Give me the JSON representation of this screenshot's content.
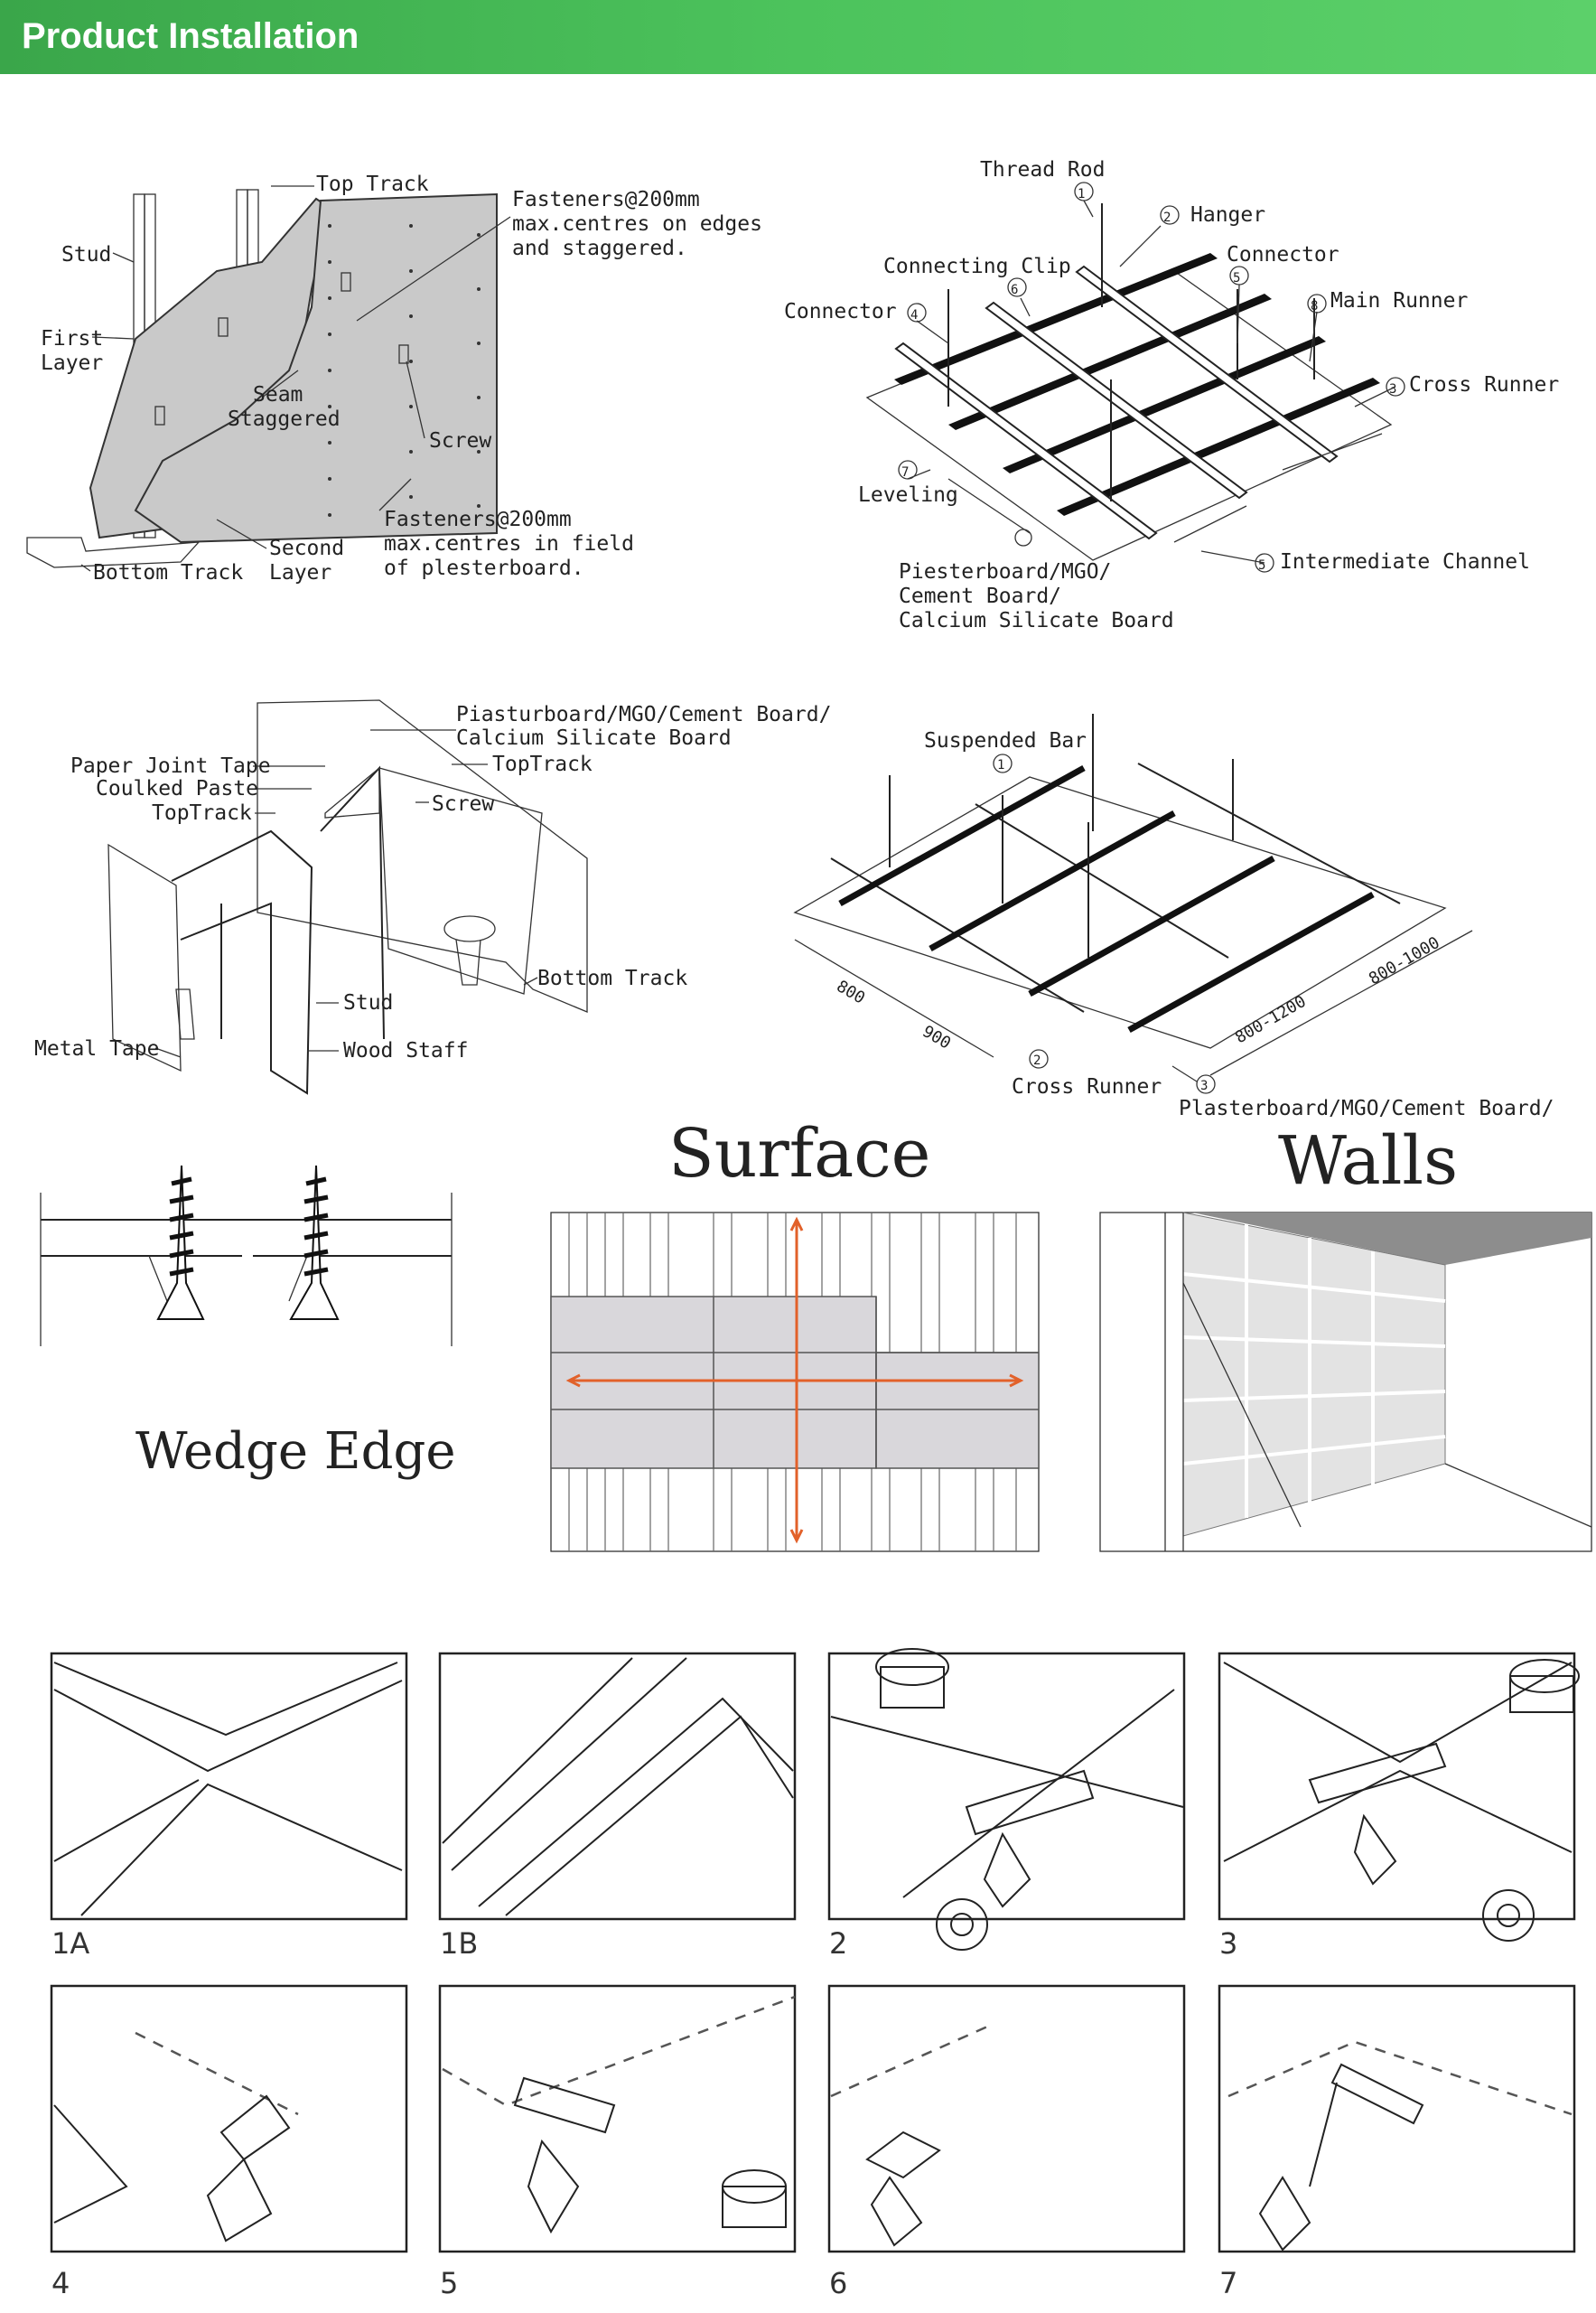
{
  "header": {
    "title": "Product Installation"
  },
  "diagram1": {
    "top_track": "Top Track",
    "stud": "Stud",
    "first_layer": [
      "First",
      "Layer"
    ],
    "fasteners_edges": [
      "Fasteners@200mm",
      "max.centres on edges",
      "and staggered."
    ],
    "seam": [
      "Seam",
      "Staggered"
    ],
    "screw": "Screw",
    "fasteners_field": [
      "Fasteners@200mm",
      "max.centres in field",
      "of plesterboard."
    ],
    "bottom_track": "Bottom Track",
    "second_layer": [
      "Second",
      "Layer"
    ]
  },
  "diagram2": {
    "thread_rod": "Thread Rod",
    "hanger": "Hanger",
    "connecting_clip": "Connecting Clip",
    "connector_top": "Connector",
    "connector_left": "Connector",
    "main_runner": "Main Runner",
    "cross_runner": "Cross Runner",
    "leveling": "Leveling",
    "intermediate_channel": "Intermediate Channel",
    "board": [
      "Piesterboard/MGO/",
      "Cement Board/",
      "Calcium Silicate Board"
    ],
    "num1": "1",
    "num2": "2",
    "num3": "3",
    "num4": "4",
    "num5": "5",
    "num6": "6",
    "num7": "7",
    "num8": "8"
  },
  "diagram3": {
    "board": [
      "Piasturboard/MGO/Cement Board/",
      "Calcium Silicate Board"
    ],
    "paper_joint_tape": "Paper Joint Tape",
    "coulked_paste": "Coulked Paste",
    "toptrack_left": "TopTrack",
    "toptrack_right": "TopTrack",
    "screw": "Screw",
    "bottom_track": "Bottom Track",
    "stud": "Stud",
    "metal_tape": "Metal Tape",
    "wood_staff": "Wood Staff"
  },
  "diagram4": {
    "suspended_bar": "Suspended Bar",
    "cross_runner": "Cross Runner",
    "board": "Plasterboard/MGO/Cement Board/",
    "dim_a": "800",
    "dim_b": "900",
    "dim_c": "800-1200",
    "dim_d": "800-1000",
    "num1": "1",
    "num2": "2",
    "num3": "3"
  },
  "wedge": {
    "label": "Wedge Edge"
  },
  "surface": {
    "title": "Surface"
  },
  "walls": {
    "title": "Walls"
  },
  "steps": [
    "1A",
    "1B",
    "2",
    "3",
    "4",
    "5",
    "6",
    "7"
  ]
}
